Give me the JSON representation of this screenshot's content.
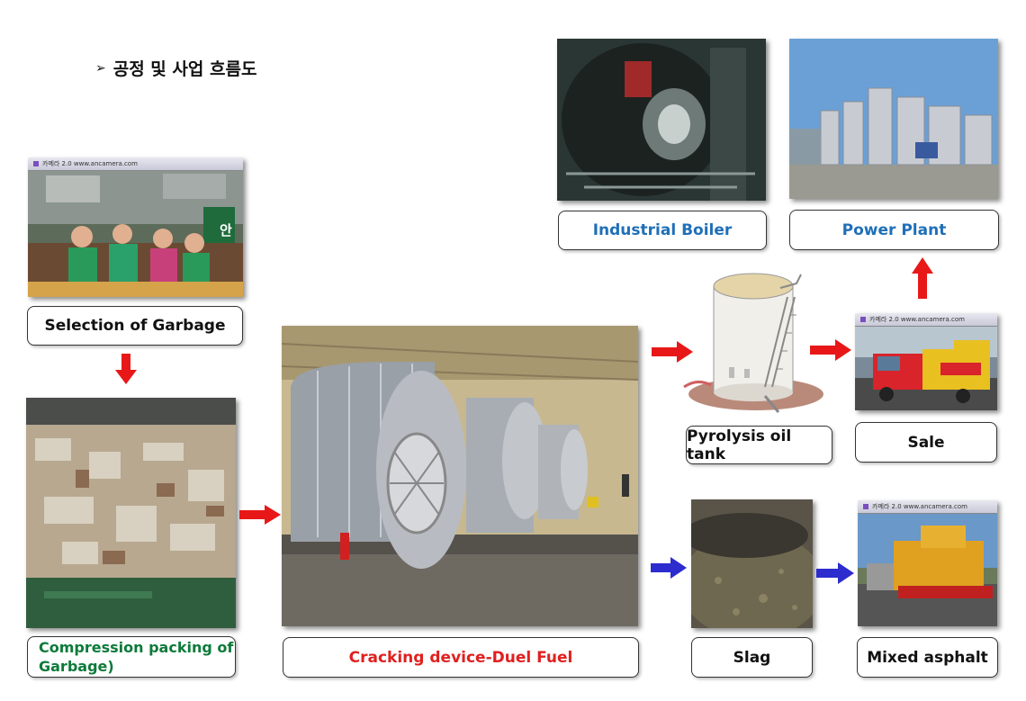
{
  "heading": {
    "bullet": "➢",
    "text": "공정 및 사업 흐름도"
  },
  "camera_bar": {
    "text": "카메라 2.0 www.ancamera.com"
  },
  "sign_text": "안",
  "labels": {
    "selection": "Selection of Garbage",
    "compression": "Compression packing of Garbage)",
    "cracking": "Cracking device-Duel Fuel",
    "pyrolysis": "Pyrolysis oil tank",
    "sale": "Sale",
    "slag": "Slag",
    "asphalt": "Mixed asphalt",
    "boiler": "Industrial Boiler",
    "power": "Power Plant"
  },
  "colors": {
    "red_arrow": "#e81818",
    "blue_arrow": "#2c2ccf",
    "blue_label": "#1f6fb8",
    "red_label": "#e02020",
    "green_label": "#0d7a3a"
  },
  "icons": {
    "flow_red": "red-flow-arrow-icon",
    "flow_blue": "blue-flow-arrow-icon"
  }
}
